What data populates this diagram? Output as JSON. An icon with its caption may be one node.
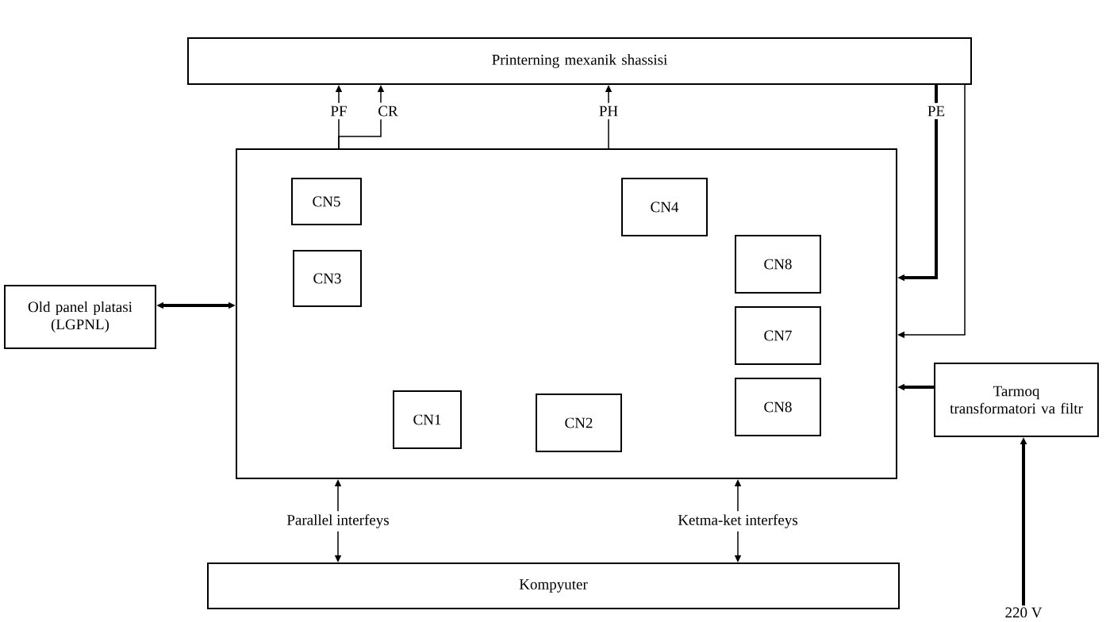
{
  "diagram": {
    "nodes": [
      {
        "text": [
          "Printerning mexanik shassisi"
        ]
      },
      {
        "text": [],
        "shape": "box"
      },
      {
        "text": [
          "CN5"
        ],
        "in": 1
      },
      {
        "text": [
          "CN4"
        ],
        "in": 1
      },
      {
        "text": [
          "CN8"
        ],
        "in": 1
      },
      {
        "text": [
          "CN3"
        ],
        "in": 1
      },
      {
        "text": [
          "CN7"
        ],
        "in": 1
      },
      {
        "text": [
          "CN8"
        ],
        "in": 1
      },
      {
        "text": [
          "CN1"
        ],
        "in": 1
      },
      {
        "text": [
          "CN2"
        ],
        "in": 1
      },
      {
        "text": [
          "Old panel platasi (LGPNL)"
        ]
      },
      {
        "text": [
          "Tarmoq transformatori va filtr"
        ]
      },
      {
        "text": [
          "Kompyuter"
        ]
      },
      {
        "text": [
          "220 V"
        ]
      }
    ],
    "edges": [
      {
        "from": 1,
        "to": 0,
        "arrow": "to",
        "label": "PF"
      },
      {
        "from": 1,
        "to": 0,
        "arrow": "to",
        "label": "CR"
      },
      {
        "from": 1,
        "to": 0,
        "arrow": "to",
        "label": "PH"
      },
      {
        "from": 0,
        "to": 1,
        "arrow": "to",
        "label": "PE",
        "style": "thick"
      },
      {
        "from": 0,
        "to": 1,
        "arrow": "to"
      },
      {
        "from": 10,
        "to": 1,
        "arrow": "both",
        "style": "thick"
      },
      {
        "from": 11,
        "to": 1,
        "arrow": "to",
        "style": "thick"
      },
      {
        "from": 13,
        "to": 11,
        "arrow": "to",
        "style": "thick"
      },
      {
        "from": 12,
        "to": 1,
        "arrow": "both",
        "label": "Parallel interfeys"
      },
      {
        "from": 12,
        "to": 1,
        "arrow": "both",
        "label": "Ketma-ket interfeys"
      }
    ]
  }
}
